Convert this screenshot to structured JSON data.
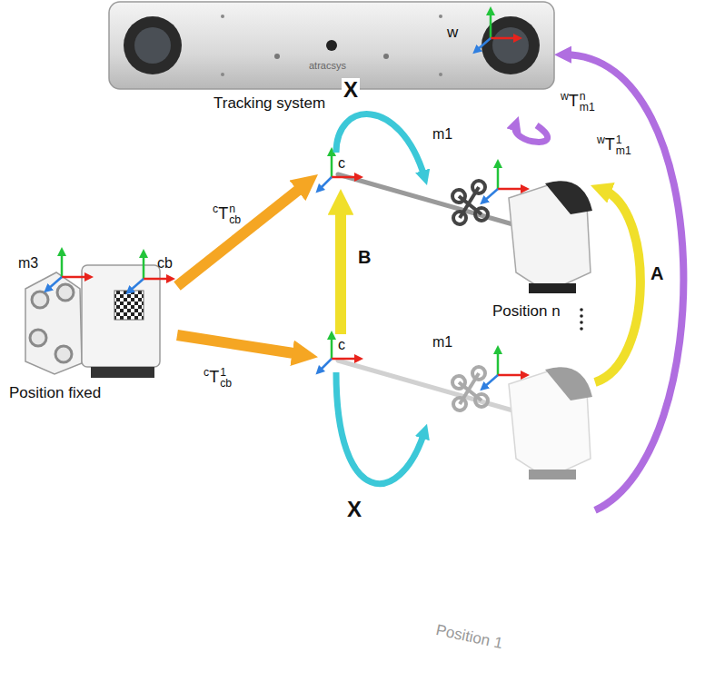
{
  "diagram": {
    "nodes": [
      {
        "text": [
          "w",
          "Tracking system"
        ]
      },
      {
        "text": [
          "m3",
          "cb",
          "Position fixed"
        ]
      },
      {
        "text": [
          "c"
        ]
      },
      {
        "text": [
          "m1",
          "Position n"
        ]
      },
      {
        "text": [
          "c"
        ]
      },
      {
        "text": [
          "m1",
          "Position 1"
        ]
      }
    ],
    "edges": [
      {
        "from": 1,
        "to": 2,
        "arrow": "to",
        "label": "cTcbn"
      },
      {
        "from": 1,
        "to": 4,
        "arrow": "to",
        "label": "cTcb1"
      },
      {
        "from": 2,
        "to": 3,
        "arrow": "to",
        "label": "X"
      },
      {
        "from": 4,
        "to": 5,
        "arrow": "to",
        "label": "X"
      },
      {
        "from": 4,
        "to": 2,
        "arrow": "to",
        "label": "B"
      },
      {
        "from": 5,
        "to": 3,
        "arrow": "to",
        "label": "A"
      },
      {
        "from": 3,
        "to": 0,
        "arrow": "to",
        "label": "wTm1n"
      },
      {
        "from": 5,
        "to": 0,
        "arrow": "to",
        "label": "wTm11"
      }
    ],
    "labels": [
      "atracsys"
    ]
  }
}
